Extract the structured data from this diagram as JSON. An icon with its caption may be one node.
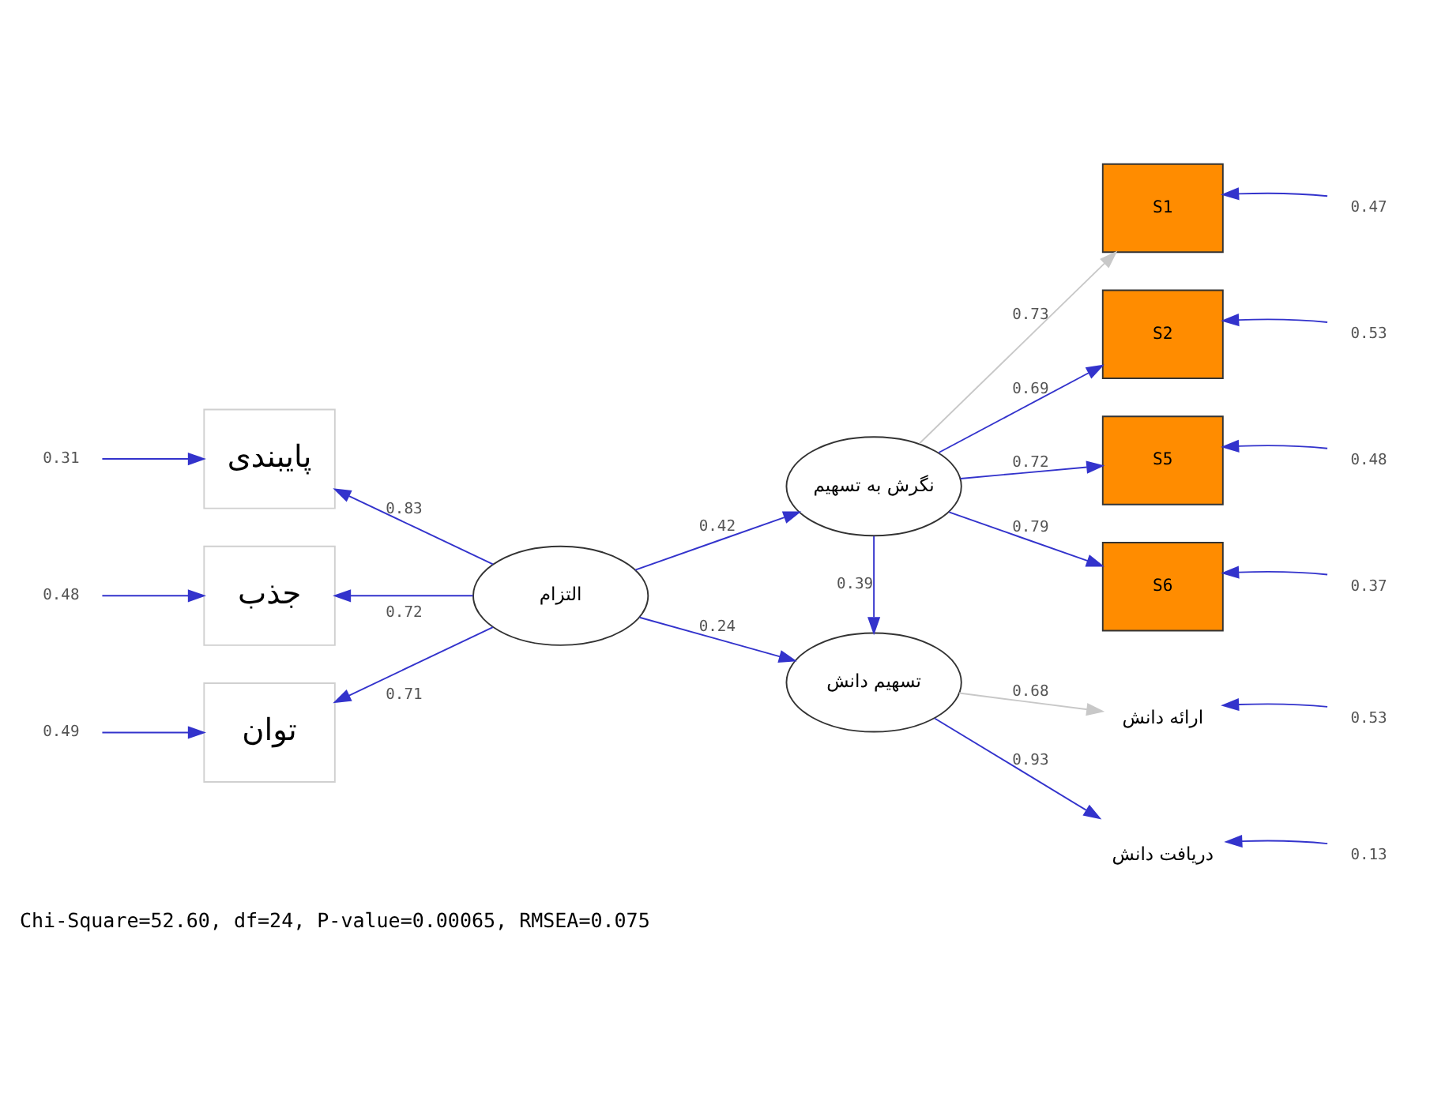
{
  "diagram": {
    "caption": "Chi-Square=52.60, df=24, P-value=0.00065, RMSEA=0.075",
    "nodes": [
      {
        "text": [
          "توان"
        ]
      },
      {
        "text": [
          "پایبندی"
        ]
      },
      {
        "text": [
          "جذب"
        ]
      },
      {
        "text": [
          "التزام"
        ]
      },
      {
        "text": [
          "نگرش به تسهیم"
        ]
      },
      {
        "text": [
          "تسهیم دانش"
        ]
      },
      {
        "text": [
          "S1"
        ]
      },
      {
        "text": [
          "S2"
        ]
      },
      {
        "text": [
          "S5"
        ]
      },
      {
        "text": [
          "S6"
        ]
      },
      {
        "text": [
          "ارائه دانش"
        ]
      },
      {
        "text": [
          "دریافت دانش"
        ]
      },
      {
        "text": [
          "0.49"
        ]
      },
      {
        "text": [
          "0.31"
        ]
      },
      {
        "text": [
          "0.48"
        ]
      },
      {
        "text": [
          "0.47"
        ]
      },
      {
        "text": [
          "0.53"
        ]
      },
      {
        "text": [
          "0.48"
        ]
      },
      {
        "text": [
          "0.37"
        ]
      },
      {
        "text": [
          "0.53"
        ]
      },
      {
        "text": [
          "0.13"
        ]
      }
    ],
    "edges": [
      {
        "from": 3,
        "to": 0,
        "arrow": "to",
        "label": "0.71"
      },
      {
        "from": 3,
        "to": 1,
        "arrow": "to",
        "label": "0.83"
      },
      {
        "from": 3,
        "to": 2,
        "arrow": "to",
        "label": "0.72"
      },
      {
        "from": 3,
        "to": 4,
        "arrow": "to",
        "label": "0.42"
      },
      {
        "from": 3,
        "to": 5,
        "arrow": "to",
        "label": "0.24"
      },
      {
        "from": 4,
        "to": 5,
        "arrow": "to",
        "label": "0.39"
      },
      {
        "from": 4,
        "to": 6,
        "arrow": "to",
        "label": "0.73",
        "color": "#c8c8c8"
      },
      {
        "from": 4,
        "to": 7,
        "arrow": "to",
        "label": "0.69"
      },
      {
        "from": 4,
        "to": 8,
        "arrow": "to",
        "label": "0.72"
      },
      {
        "from": 4,
        "to": 9,
        "arrow": "to",
        "label": "0.79"
      },
      {
        "from": 5,
        "to": 10,
        "arrow": "to",
        "label": "0.68",
        "color": "#c8c8c8"
      },
      {
        "from": 5,
        "to": 11,
        "arrow": "to",
        "label": "0.93"
      },
      {
        "from": 12,
        "to": 0,
        "arrow": "to"
      },
      {
        "from": 13,
        "to": 1,
        "arrow": "to"
      },
      {
        "from": 14,
        "to": 2,
        "arrow": "to"
      },
      {
        "from": 15,
        "to": 6,
        "arrow": "to"
      },
      {
        "from": 16,
        "to": 7,
        "arrow": "to"
      },
      {
        "from": 17,
        "to": 8,
        "arrow": "to"
      },
      {
        "from": 18,
        "to": 9,
        "arrow": "to"
      },
      {
        "from": 19,
        "to": 10,
        "arrow": "to"
      },
      {
        "from": 20,
        "to": 11,
        "arrow": "to"
      }
    ]
  }
}
